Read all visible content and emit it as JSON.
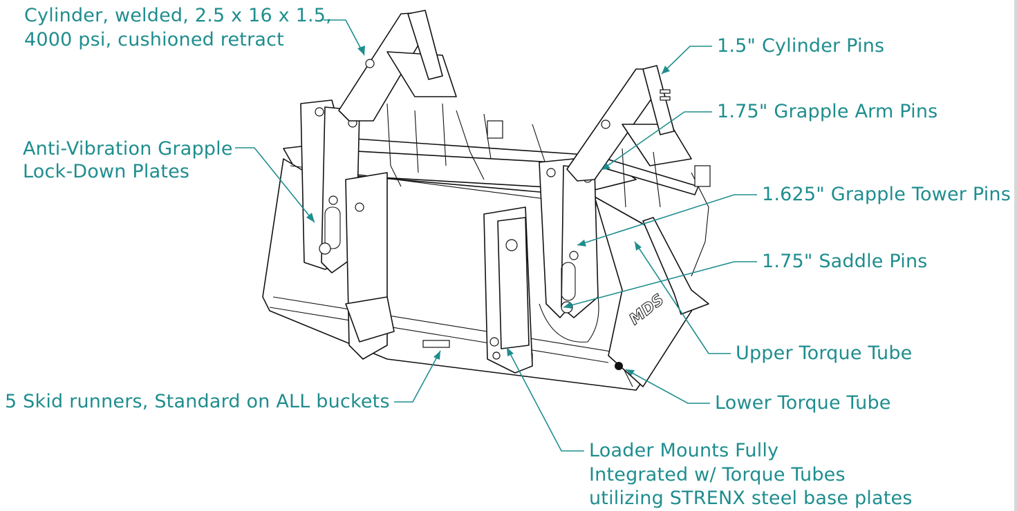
{
  "callouts": {
    "cylinder": {
      "line1": "Cylinder, welded, 2.5 x 16 x 1.5,",
      "line2": "4000 psi, cushioned retract"
    },
    "anti_vibration": {
      "line1": "Anti-Vibration Grapple",
      "line2": "Lock-Down Plates"
    },
    "skid_runners": "5 Skid runners, Standard on ALL buckets",
    "cylinder_pins": "1.5\" Cylinder Pins",
    "grapple_arm_pins": "1.75\" Grapple Arm Pins",
    "grapple_tower_pins": "1.625\" Grapple Tower Pins",
    "saddle_pins": "1.75\" Saddle Pins",
    "upper_torque_tube": "Upper Torque Tube",
    "lower_torque_tube": "Lower Torque Tube",
    "loader_mounts": {
      "line1": "Loader Mounts Fully",
      "line2": "Integrated w/ Torque Tubes",
      "line3": "utilizing STRENX steel base plates"
    }
  },
  "logo_text": "MDS",
  "colors": {
    "callout": "#1f8d8e",
    "linework": "#111111",
    "background": "#ffffff"
  }
}
